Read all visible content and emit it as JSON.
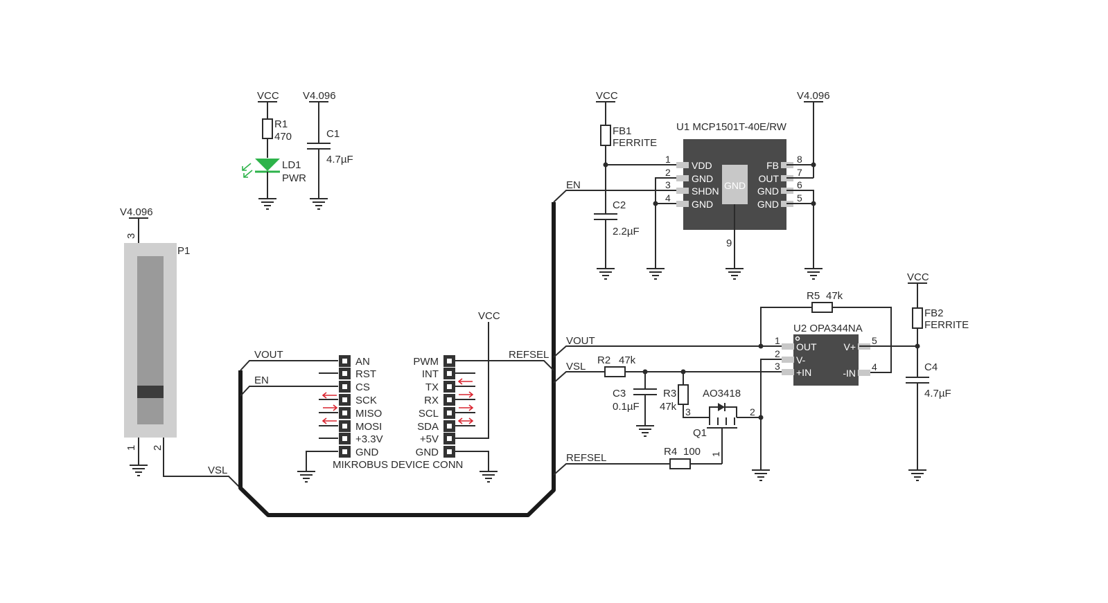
{
  "power": {
    "vcc": "VCC",
    "ref": "V4.096"
  },
  "led_section": {
    "r1_name": "R1",
    "r1_value": "470",
    "led_name": "LD1",
    "led_desc": "PWR",
    "c1_name": "C1",
    "c1_value": "4.7µF",
    "led_color": "#2db34a"
  },
  "pot": {
    "name": "P1",
    "pin1": "1",
    "pin2": "2",
    "pin3": "3",
    "net_out": "VSL"
  },
  "mikrobus": {
    "title": "MIKROBUS DEVICE CONN",
    "left_pins": [
      "AN",
      "RST",
      "CS",
      "SCK",
      "MISO",
      "MOSI",
      "+3.3V",
      "GND"
    ],
    "right_pins": [
      "PWM",
      "INT",
      "TX",
      "RX",
      "SCL",
      "SDA",
      "+5V",
      "GND"
    ],
    "net_an": "VOUT",
    "net_cs": "EN",
    "net_pwm": "REFSEL"
  },
  "u1": {
    "title": "U1  MCP1501T-40E/RW",
    "left_pins": [
      {
        "num": "1",
        "name": "VDD"
      },
      {
        "num": "2",
        "name": "GND"
      },
      {
        "num": "3",
        "name": "SHDN"
      },
      {
        "num": "4",
        "name": "GND"
      }
    ],
    "right_pins": [
      {
        "num": "8",
        "name": "FB"
      },
      {
        "num": "7",
        "name": "OUT"
      },
      {
        "num": "6",
        "name": "GND"
      },
      {
        "num": "5",
        "name": "GND"
      }
    ],
    "pad_label": "GND",
    "pad_pin": "9"
  },
  "fb1": {
    "name": "FB1",
    "value": "FERRITE"
  },
  "c2": {
    "name": "C2",
    "value": "2.2µF"
  },
  "nets": {
    "en": "EN",
    "vout": "VOUT",
    "vsl": "VSL",
    "refsel": "REFSEL"
  },
  "u2": {
    "title": "U2  OPA344NA",
    "left_pins": [
      {
        "num": "1",
        "name": "OUT"
      },
      {
        "num": "2",
        "name": "V-"
      },
      {
        "num": "3",
        "name": "+IN"
      }
    ],
    "right_pins": [
      {
        "num": "5",
        "name": "V+"
      },
      {
        "num": "4",
        "name": "-IN"
      }
    ]
  },
  "r5": {
    "name": "R5",
    "value": "47k"
  },
  "r2": {
    "name": "R2",
    "value": "47k"
  },
  "r3": {
    "name": "R3",
    "value": "47k"
  },
  "r4": {
    "name": "R4",
    "value": "100"
  },
  "c3": {
    "name": "C3",
    "value": "0.1µF"
  },
  "c4": {
    "name": "C4",
    "value": "4.7µF"
  },
  "fb2": {
    "name": "FB2",
    "value": "FERRITE"
  },
  "q1": {
    "name": "Q1",
    "part": "AO3418",
    "pin2": "2",
    "pin3": "3",
    "pin1": "1"
  },
  "colors": {
    "chip": "#4a4a4a",
    "pad": "#c8c8c8",
    "pot_body": "#cfcfcf",
    "pot_slot": "#9a9a9a",
    "arrow": "#d9232e"
  }
}
